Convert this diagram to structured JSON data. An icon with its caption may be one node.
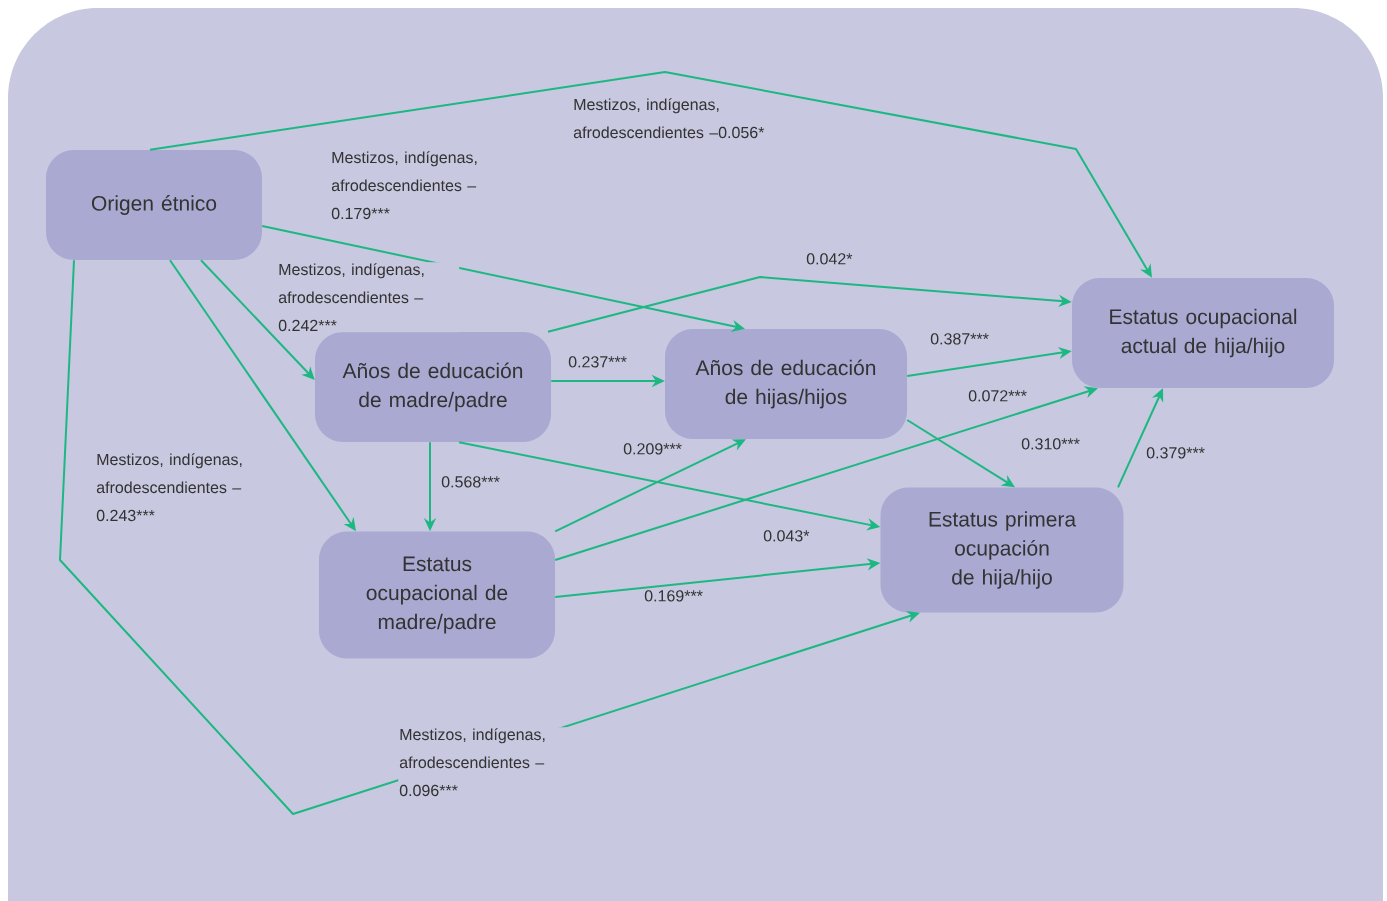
{
  "diagram": {
    "nodes": [
      {
        "text": [
          "Origen étnico"
        ]
      },
      {
        "text": [
          "Años de educación de madre/padre"
        ]
      },
      {
        "text": [
          "Años de educación de hijas/hijos"
        ]
      },
      {
        "text": [
          "Estatus ocupacional actual de hija/hijo"
        ]
      },
      {
        "text": [
          "Estatus ocupacional de madre/padre"
        ]
      },
      {
        "text": [
          "Estatus primera ocupación de hija/hijo"
        ]
      }
    ],
    "edges": [
      {
        "from": 0,
        "to": 3,
        "arrow": "to",
        "label": "Mestizos, indígenas, afrodescendientes –0.056*"
      },
      {
        "from": 0,
        "to": 2,
        "arrow": "to",
        "label": "Mestizos, indígenas, afrodescendientes –0.179***"
      },
      {
        "from": 0,
        "to": 1,
        "arrow": "to",
        "label": "Mestizos, indígenas, afrodescendientes –0.242***"
      },
      {
        "from": 0,
        "to": 4,
        "arrow": "to",
        "label": "Mestizos, indígenas, afrodescendientes –0.243***"
      },
      {
        "from": 0,
        "to": 5,
        "arrow": "to",
        "label": "Mestizos, indígenas, afrodescendientes –0.096***"
      },
      {
        "from": 1,
        "to": 2,
        "arrow": "to",
        "label": "0.237***"
      },
      {
        "from": 1,
        "to": 3,
        "arrow": "to",
        "label": "0.042*"
      },
      {
        "from": 1,
        "to": 4,
        "arrow": "to",
        "label": "0.568***"
      },
      {
        "from": 1,
        "to": 5,
        "arrow": "to",
        "label": "0.043*"
      },
      {
        "from": 2,
        "to": 3,
        "arrow": "to",
        "label": "0.387***"
      },
      {
        "from": 2,
        "to": 5,
        "arrow": "to",
        "label": "0.310***"
      },
      {
        "from": 4,
        "to": 2,
        "arrow": "to",
        "label": "0.209***"
      },
      {
        "from": 4,
        "to": 3,
        "arrow": "to",
        "label": "0.072***"
      },
      {
        "from": 4,
        "to": 5,
        "arrow": "to",
        "label": "0.169***"
      },
      {
        "from": 5,
        "to": 3,
        "arrow": "to",
        "label": "0.379***"
      }
    ]
  }
}
